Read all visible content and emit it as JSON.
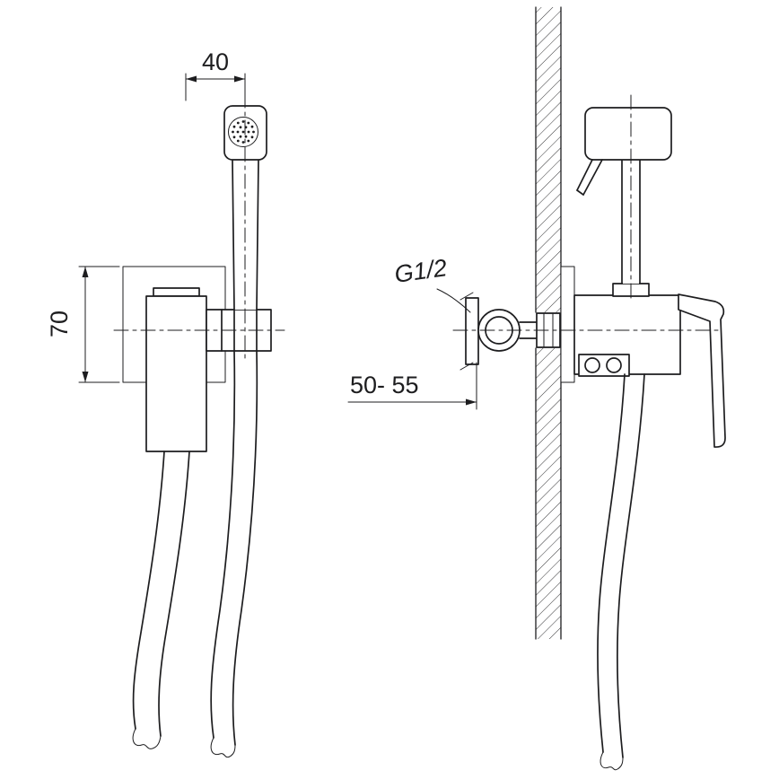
{
  "annotations": {
    "dim_width": "40",
    "dim_height": "70",
    "thread_label": "G1/2",
    "dim_depth": "50- 55"
  },
  "colors": {
    "line": "#1d1d1f",
    "background": "#ffffff"
  }
}
